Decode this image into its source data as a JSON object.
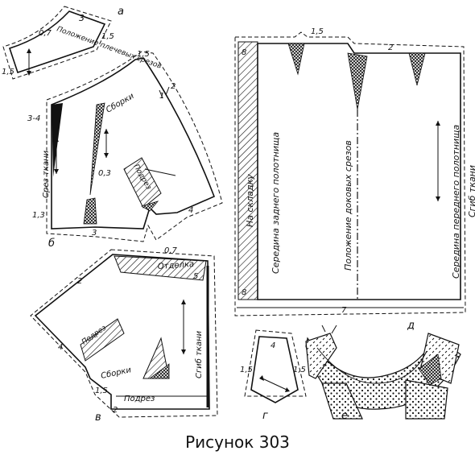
{
  "caption": "Рисунок 303",
  "panels": {
    "a": {
      "letter": "а",
      "num_part": "3",
      "dim_left": "1,5",
      "dim_top_left": "0,7",
      "dim_top_right": "1,5",
      "label": "Положение плечевых срезов"
    },
    "b": {
      "letter": "б",
      "label_gathers": "Сборки",
      "label_grain": "Срез ткани",
      "label_facing": "Подрез",
      "num_1": "1",
      "num_2": "2",
      "num_3": "3",
      "num_4": "4",
      "dim_top_right": "1,5",
      "dim_mid": "0,3",
      "dim_left_top": "3-4",
      "dim_left_bottom": "1,3"
    },
    "v": {
      "letter": "в",
      "label_trim": "Отделка",
      "label_facing_left": "Подрез",
      "label_gathers": "Сборки",
      "label_facing_bottom": "Подрез",
      "label_grain": "Сгиб ткани",
      "num_2": "2",
      "num_4": "4",
      "num_5": "5",
      "num_2b": "2",
      "dim_top": "0,7",
      "dim_bottom_left": "1,5"
    },
    "g": {
      "letter": "г",
      "num_top": "4",
      "dim_left": "1,5",
      "dim_right": "1,5"
    },
    "d": {
      "letter": "д",
      "dim_top_left": "1,5",
      "num_top_right": "2",
      "num_8_top": "8",
      "num_8_bottom": "8",
      "num_7": "7",
      "label_fold": "На складку",
      "label_back": "Середина заднего полотнища",
      "label_darts": "Положение доковых срезов",
      "label_front": "Середина переднего полотнища",
      "label_grain": "Сгиб ткани"
    },
    "e": {
      "letter": "е"
    }
  }
}
